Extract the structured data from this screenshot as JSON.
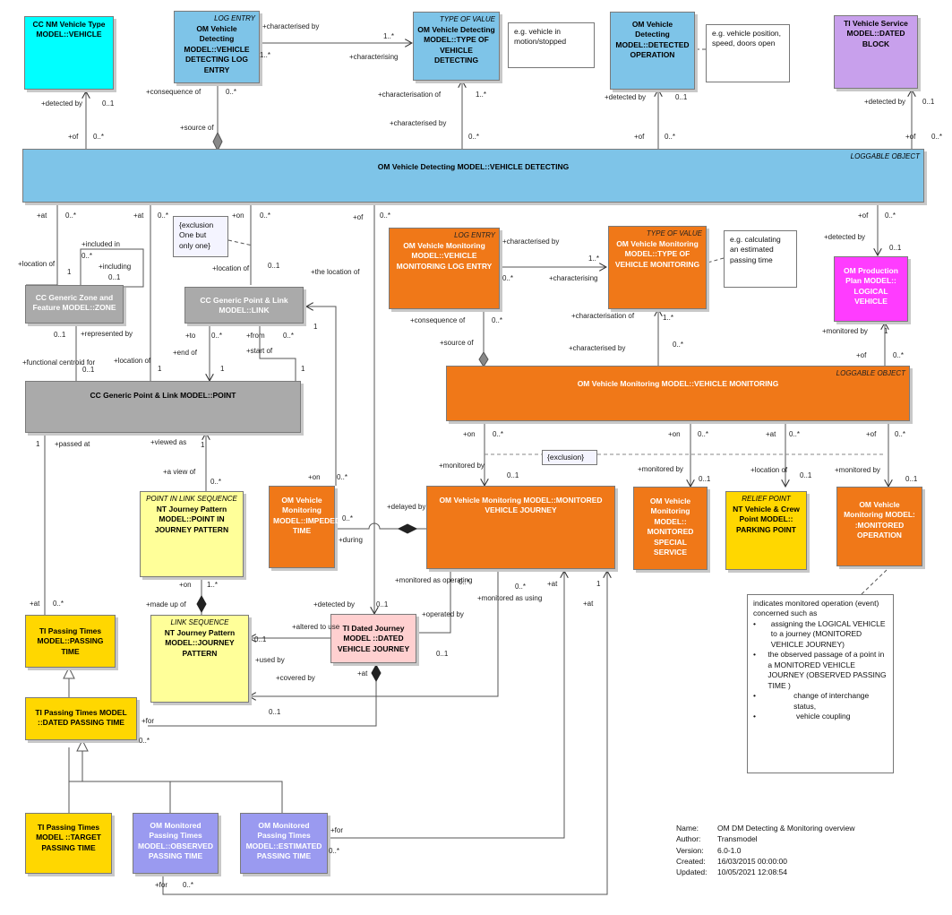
{
  "classes": {
    "nm_vehicle_type": {
      "title": "CC NM Vehicle Type MODEL::VEHICLE",
      "color": "#00ffff"
    },
    "vd_log_entry": {
      "stereotype": "LOG ENTRY",
      "title": "OM Vehicle Detecting MODEL::VEHICLE DETECTING LOG ENTRY",
      "color": "#7ec4e8"
    },
    "vd_type_of_vehicle_detecting": {
      "stereotype": "TYPE OF VALUE",
      "title": "OM Vehicle Detecting MODEL::TYPE OF VEHICLE DETECTING",
      "color": "#7ec4e8"
    },
    "vd_detected_operation": {
      "title": "OM Vehicle Detecting MODEL::DETECTED OPERATION",
      "color": "#7ec4e8"
    },
    "dated_block": {
      "title": "TI Vehicle Service MODEL::DATED BLOCK",
      "color": "#c8a0ec"
    },
    "vehicle_detecting": {
      "stereotype": "LOGGABLE OBJECT",
      "title": "OM Vehicle Detecting MODEL::VEHICLE DETECTING",
      "color": "#7ec4e8"
    },
    "zone": {
      "title": "CC Generic Zone and Feature MODEL::ZONE",
      "color": "#aaaaaa"
    },
    "link": {
      "title": "CC Generic Point & Link MODEL::LINK",
      "color": "#aaaaaa"
    },
    "point": {
      "title": "CC Generic Point & Link MODEL::POINT",
      "color": "#aaaaaa"
    },
    "vm_log_entry": {
      "stereotype": "LOG ENTRY",
      "title": "OM Vehicle Monitoring MODEL::VEHICLE MONITORING LOG ENTRY",
      "color": "#f07818"
    },
    "vm_type_of_vehicle_monitoring": {
      "stereotype": "TYPE OF VALUE",
      "title": "OM Vehicle Monitoring MODEL::TYPE OF VEHICLE MONITORING",
      "color": "#f07818"
    },
    "logical_vehicle": {
      "title": "OM Production Plan MODEL:: LOGICAL VEHICLE",
      "color": "#ff3cff"
    },
    "vehicle_monitoring": {
      "stereotype": "LOGGABLE OBJECT",
      "title": "OM Vehicle Monitoring MODEL::VEHICLE MONITORING",
      "color": "#f07818"
    },
    "point_in_journey_pattern": {
      "stereotype": "POINT IN LINK SEQUENCE",
      "title": "NT Journey Pattern MODEL::POINT IN JOURNEY PATTERN",
      "color": "#ffff99"
    },
    "impeded_time": {
      "title": "OM Vehicle Monitoring MODEL::IMPEDED TIME",
      "color": "#f07818"
    },
    "monitored_vehicle_journey": {
      "title": "OM Vehicle Monitoring MODEL::MONITORED VEHICLE JOURNEY",
      "color": "#f07818"
    },
    "monitored_special_service": {
      "title": "OM Vehicle Monitoring MODEL:: MONITORED SPECIAL SERVICE",
      "color": "#f07818"
    },
    "parking_point": {
      "stereotype": "RELIEF POINT",
      "title": "NT Vehicle & Crew Point MODEL:: PARKING POINT",
      "color": "#ffd700"
    },
    "monitored_operation": {
      "title": "OM Vehicle Monitoring MODEL: :MONITORED OPERATION",
      "color": "#f07818"
    },
    "journey_pattern": {
      "stereotype": "LINK SEQUENCE",
      "title": "NT Journey Pattern MODEL::JOURNEY PATTERN",
      "color": "#ffff99"
    },
    "dated_vehicle_journey": {
      "title": "TI Dated Journey MODEL ::DATED VEHICLE JOURNEY",
      "color": "#ffd0d0"
    },
    "passing_time": {
      "title": "TI Passing Times MODEL::PASSING TIME",
      "color": "#ffd700"
    },
    "dated_passing_time": {
      "title": "TI Passing Times MODEL ::DATED PASSING TIME",
      "color": "#ffd700"
    },
    "target_passing_time": {
      "title": "TI Passing Times MODEL ::TARGET PASSING TIME",
      "color": "#ffd700"
    },
    "observed_passing_time": {
      "title": "OM Monitored Passing Times MODEL::OBSERVED PASSING TIME",
      "color": "#9a9af0"
    },
    "estimated_passing_time": {
      "title": "OM Monitored Passing Times MODEL::ESTIMATED PASSING TIME",
      "color": "#9a9af0"
    }
  },
  "notes": {
    "vehicle_in_motion": "e.g. vehicle in motion/stopped",
    "vehicle_position": "e.g. vehicle position, speed, doors open",
    "exclusion_one": "{exclusion One but only one}",
    "estimated_passing": "e.g. calculating an estimated passing time",
    "exclusion": "{exclusion}",
    "monitored_operation_intro": "indicates monitored operation (event) concerned such as",
    "monitored_operation_items": [
      "assigning the LOGICAL VEHICLE to a journey (MONITORED VEHICLE JOURNEY)",
      "the observed passage of a point in a MONITORED VEHICLE JOURNEY (OBSERVED PASSING TIME )",
      "change of interchange status,",
      "vehicle coupling"
    ],
    "bullet": "•"
  },
  "labels": [
    "+detected by",
    "0..1",
    "+of",
    "0..*",
    "+characterised by",
    "1..*",
    "1..*",
    "+characterising",
    "+consequence of",
    "0..*",
    "+source of",
    "+characterisation of",
    "1..*",
    "+characterised by",
    "0..*",
    "+detected by",
    "0..1",
    "+of",
    "0..*",
    "+detected by",
    "0..1",
    "+of",
    "0..*",
    "+at",
    "0..*",
    "+at",
    "0..*",
    "+on",
    "0..*",
    "+of",
    "0..*",
    "+included in",
    "0..*",
    "+including",
    "0..1",
    "1",
    "+location of",
    "+location of",
    "0..1",
    "+the location of",
    "1",
    "0..1",
    "+represented by",
    "+functional centroid for",
    "0..1",
    "+location of",
    "1",
    "+to",
    "0..*",
    "+end of",
    "1",
    "+from",
    "0..*",
    "+start of",
    "1",
    "+characterised by",
    "1..*",
    "0..*",
    "+characterising",
    "+consequence of",
    "0..*",
    "+source of",
    "+characterisation of",
    "1..*",
    "+characterised by",
    "0..*",
    "+of",
    "0..*",
    "+detected by",
    "0..1",
    "+monitored by",
    "1",
    "+of",
    "0..*",
    "+on",
    "0..*",
    "+on",
    "0..*",
    "+at",
    "0..*",
    "+of",
    "0..*",
    "+monitored by",
    "0..1",
    "+monitored by",
    "0..1",
    "+location of",
    "0..1",
    "+monitored by",
    "0..1",
    "1",
    "+passed at",
    "+viewed as",
    "1",
    "+a view of",
    "0..*",
    "+on",
    "0..*",
    "0..*",
    "+during",
    "+delayed by",
    "+on",
    "1..*",
    "+made up of",
    "+detected by",
    "0..1",
    "+monitored as operating",
    "0..*",
    "0..*",
    "+monitored as using",
    "+at",
    "1",
    "+at",
    "+operated by",
    "0..1",
    "+altered to use",
    "0..1",
    "+used by",
    "+covered by",
    "+at",
    "0..1",
    "+at",
    "0..*",
    "+for",
    "0..*",
    "+for",
    "0..*",
    "+for",
    "0..*"
  ],
  "metadata": {
    "keys": [
      "Name:",
      "Author:",
      "Version:",
      "Created:",
      "Updated:"
    ],
    "values": [
      "OM DM Detecting & Monitoring overview",
      "Transmodel",
      "6.0-1.0",
      "16/03/2015 00:00:00",
      "10/05/2021 12:08:54"
    ]
  }
}
